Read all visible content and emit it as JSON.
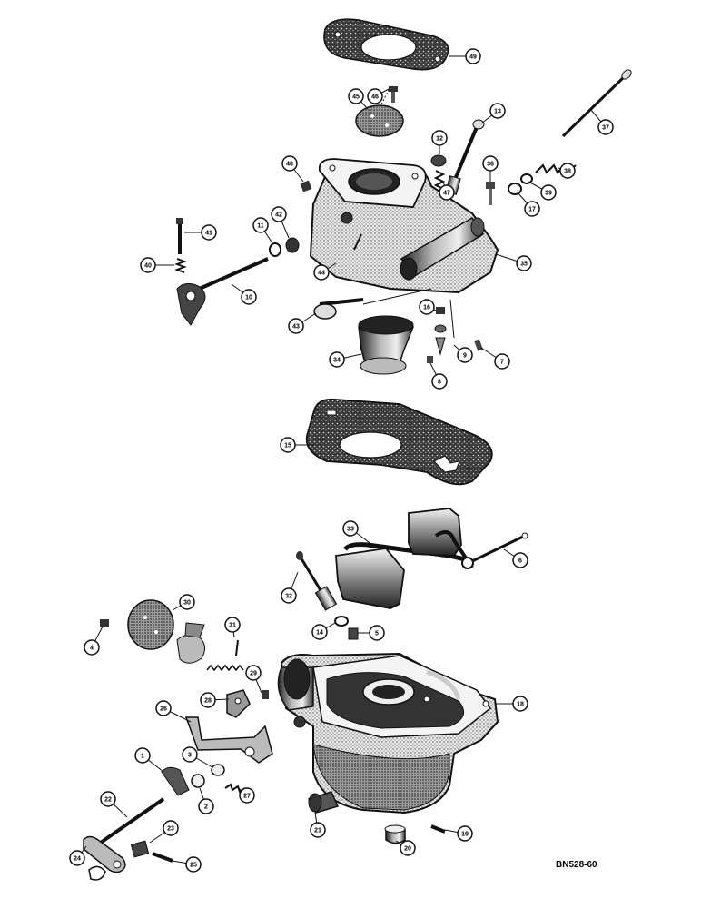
{
  "figure": {
    "reference_code": "BN528-60",
    "callouts": [
      {
        "id": "c49",
        "label": "49"
      },
      {
        "id": "c46",
        "label": "46"
      },
      {
        "id": "c45",
        "label": "45"
      },
      {
        "id": "c13",
        "label": "13"
      },
      {
        "id": "c12",
        "label": "12"
      },
      {
        "id": "c37",
        "label": "37"
      },
      {
        "id": "c48",
        "label": "48"
      },
      {
        "id": "c36",
        "label": "36"
      },
      {
        "id": "c38",
        "label": "38"
      },
      {
        "id": "c47",
        "label": "47"
      },
      {
        "id": "c39",
        "label": "39"
      },
      {
        "id": "c17",
        "label": "17"
      },
      {
        "id": "c41",
        "label": "41"
      },
      {
        "id": "c11",
        "label": "11"
      },
      {
        "id": "c42",
        "label": "42"
      },
      {
        "id": "c35",
        "label": "35"
      },
      {
        "id": "c40",
        "label": "40"
      },
      {
        "id": "c44",
        "label": "44"
      },
      {
        "id": "c10",
        "label": "10"
      },
      {
        "id": "c16",
        "label": "16"
      },
      {
        "id": "c43",
        "label": "43"
      },
      {
        "id": "c9",
        "label": "9"
      },
      {
        "id": "c7",
        "label": "7"
      },
      {
        "id": "c34",
        "label": "34"
      },
      {
        "id": "c8",
        "label": "8"
      },
      {
        "id": "c15",
        "label": "15"
      },
      {
        "id": "c33",
        "label": "33"
      },
      {
        "id": "c6",
        "label": "6"
      },
      {
        "id": "c32",
        "label": "32"
      },
      {
        "id": "c30",
        "label": "30"
      },
      {
        "id": "c4",
        "label": "4"
      },
      {
        "id": "c31",
        "label": "31"
      },
      {
        "id": "c14",
        "label": "14"
      },
      {
        "id": "c5",
        "label": "5"
      },
      {
        "id": "c29",
        "label": "29"
      },
      {
        "id": "c28",
        "label": "28"
      },
      {
        "id": "c18",
        "label": "18"
      },
      {
        "id": "c26",
        "label": "26"
      },
      {
        "id": "c1",
        "label": "1"
      },
      {
        "id": "c3",
        "label": "3"
      },
      {
        "id": "c2",
        "label": "2"
      },
      {
        "id": "c27",
        "label": "27"
      },
      {
        "id": "c22",
        "label": "22"
      },
      {
        "id": "c21",
        "label": "21"
      },
      {
        "id": "c19",
        "label": "19"
      },
      {
        "id": "c20",
        "label": "20"
      },
      {
        "id": "c23",
        "label": "23"
      },
      {
        "id": "c24",
        "label": "24"
      },
      {
        "id": "c25",
        "label": "25"
      }
    ]
  }
}
